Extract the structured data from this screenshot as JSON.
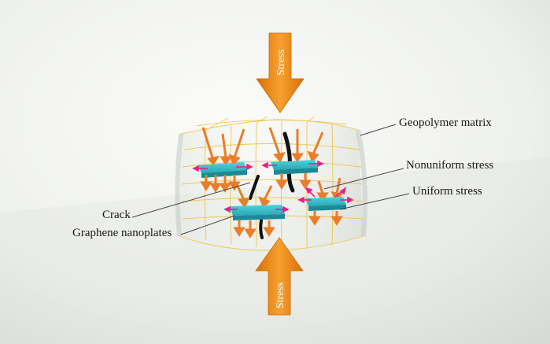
{
  "diagram": {
    "arrow_top_text": "Stress",
    "arrow_bottom_text": "Stress",
    "labels": {
      "geopolymer_matrix": "Geopolymer matrix",
      "nonuniform_stress": "Nonuniform stress",
      "uniform_stress": "Uniform stress",
      "crack": "Crack",
      "graphene_nanoplates": "Graphene nanoplates"
    }
  },
  "colors": {
    "stress_arrow": "#f08a12",
    "plate": "#2fb8c4",
    "force_arrow": "#ea7d2a",
    "tension_arrow": "#e8208c",
    "crack": "#111111",
    "grid": "#f0c040",
    "background": "#e9ece8"
  }
}
